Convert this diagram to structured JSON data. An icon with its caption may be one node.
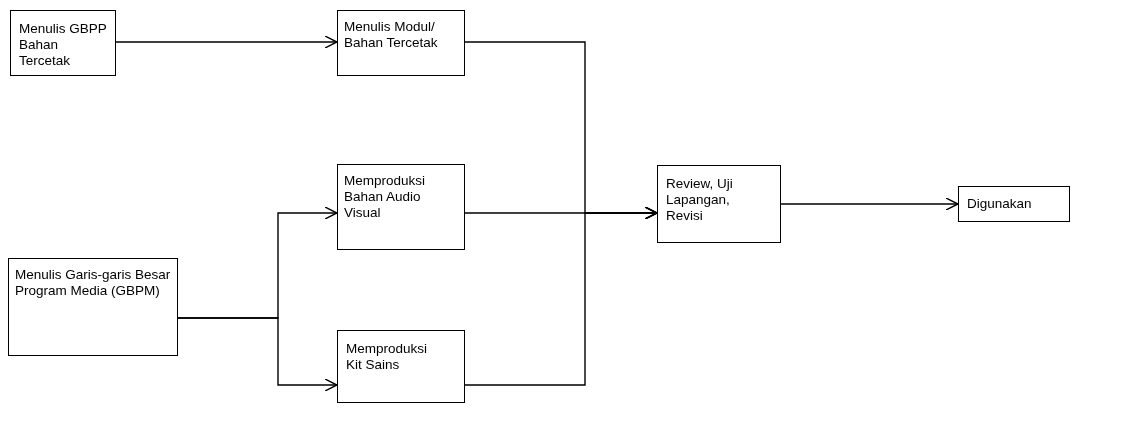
{
  "diagram": {
    "nodes": [
      {
        "text": [
          "Menulis GBPP Bahan Tercetak"
        ]
      },
      {
        "text": [
          "Menulis Modul/ Bahan Tercetak"
        ]
      },
      {
        "text": [
          "Memproduksi Bahan Audio Visual"
        ]
      },
      {
        "text": [
          "Menulis Garis-garis Besar Program Media (GBPM)"
        ]
      },
      {
        "text": [
          "Memproduksi Kit Sains"
        ]
      },
      {
        "text": [
          "Review, Uji Lapangan, Revisi"
        ]
      },
      {
        "text": [
          "Digunakan"
        ]
      }
    ],
    "edges": [
      {
        "from": 0,
        "to": 1,
        "arrow": "to"
      },
      {
        "from": 1,
        "to": 5,
        "arrow": "to"
      },
      {
        "from": 2,
        "to": 5,
        "arrow": "to"
      },
      {
        "from": 4,
        "to": 5,
        "arrow": "to"
      },
      {
        "from": 3,
        "to": 2,
        "arrow": "to"
      },
      {
        "from": 3,
        "to": 4,
        "arrow": "to"
      },
      {
        "from": 5,
        "to": 6,
        "arrow": "to"
      }
    ]
  }
}
